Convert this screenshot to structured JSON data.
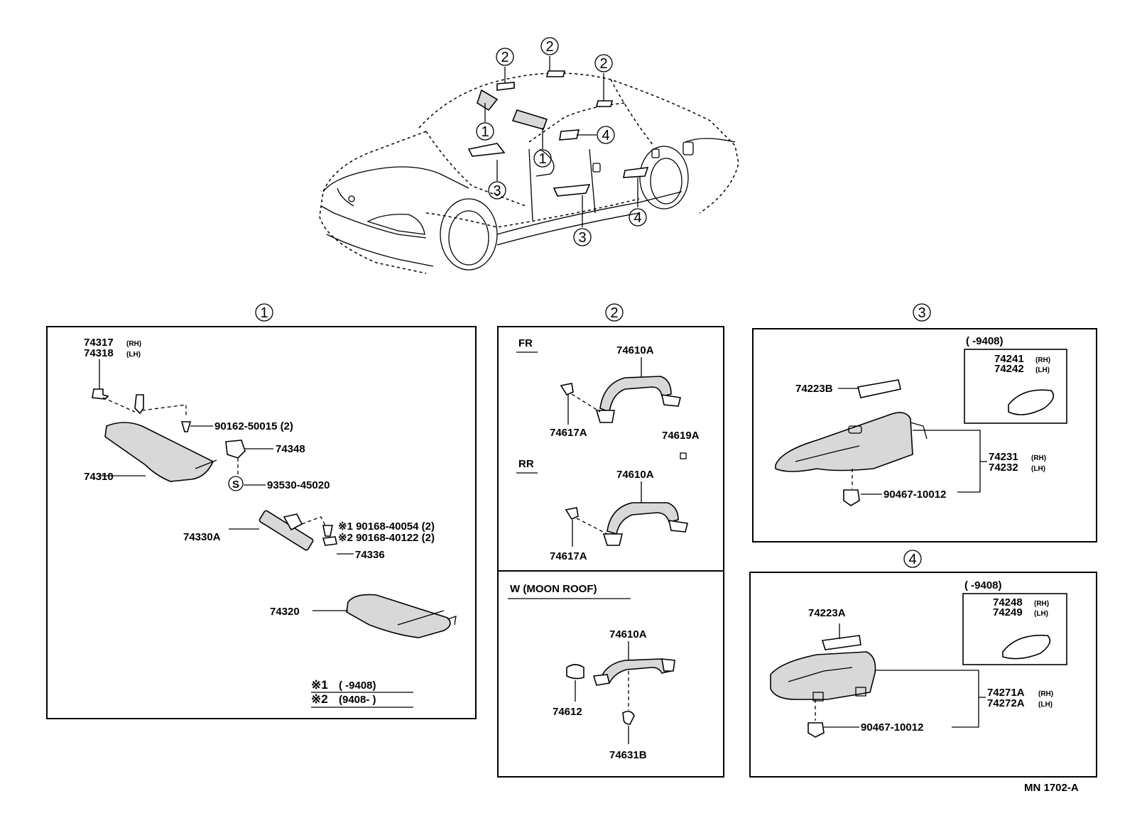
{
  "car_view": {
    "callouts": [
      "1",
      "2",
      "3",
      "4"
    ]
  },
  "section1": {
    "number": "1",
    "parts": {
      "p74317": "74317",
      "p74317_side": "(RH)",
      "p74318": "74318",
      "p74318_side": "(LH)",
      "p90162": "90162-50015 (2)",
      "p74348": "74348",
      "p74310": "74310",
      "p93530": "93530-45020",
      "s_symbol": "S",
      "p74330A": "74330A",
      "p90168a": "※1 90168-40054 (2)",
      "p90168b": "※2 90168-40122 (2)",
      "p74336": "74336",
      "p74320": "74320"
    },
    "notes": {
      "n1_mark": "※1",
      "n1_range": "(        -9408)",
      "n2_mark": "※2",
      "n2_range": "(9408-          )"
    }
  },
  "section2": {
    "number": "2",
    "fr_label": "FR",
    "rr_label": "RR",
    "w_label": "W (MOON  ROOF)",
    "parts": {
      "fr_74610A": "74610A",
      "fr_74617A": "74617A",
      "p74619A": "74619A",
      "rr_74610A": "74610A",
      "rr_74617A": "74617A",
      "w_74610A": "74610A",
      "p74612": "74612",
      "p74631B": "74631B"
    }
  },
  "section3": {
    "number": "3",
    "range": "(        -9408)",
    "parts": {
      "p74241": "74241",
      "p74241_side": "(RH)",
      "p74242": "74242",
      "p74242_side": "(LH)",
      "p74223B": "74223B",
      "p74231": "74231",
      "p74231_side": "(RH)",
      "p74232": "74232",
      "p74232_side": "(LH)",
      "p90467": "90467-10012"
    }
  },
  "section4": {
    "number": "4",
    "range": "(        -9408)",
    "parts": {
      "p74248": "74248",
      "p74248_side": "(RH)",
      "p74249": "74249",
      "p74249_side": "(LH)",
      "p74223A": "74223A",
      "p74271A": "74271A",
      "p74271A_side": "(RH)",
      "p74272A": "74272A",
      "p74272A_side": "(LH)",
      "p90467": "90467-10012"
    }
  },
  "footer": {
    "diagram_code": "MN 1702-A"
  }
}
